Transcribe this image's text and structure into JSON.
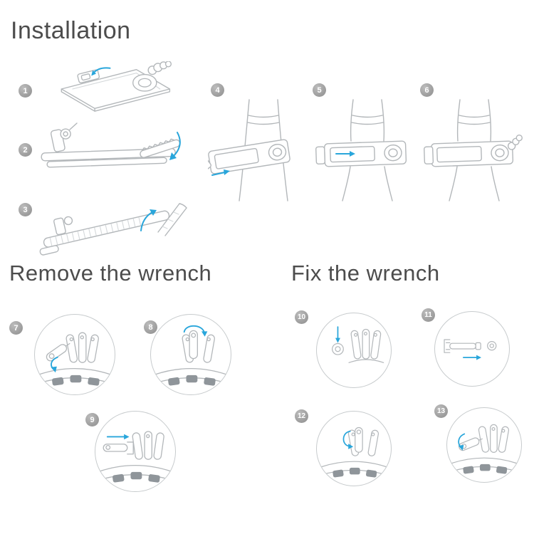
{
  "colors": {
    "background": "#ffffff",
    "accent_blue": "#29a6db",
    "badge_gray": "#9b9b9b",
    "line_gray": "#b3b7ba",
    "heading_gray": "#4c4c4c"
  },
  "sections": {
    "installation": {
      "title": "Installation",
      "steps": [
        {
          "number": "1",
          "icon": "folded-clamp-top-view"
        },
        {
          "number": "2",
          "icon": "clamp-arm-folded-side-view"
        },
        {
          "number": "3",
          "icon": "clamp-arm-raised-side-view"
        },
        {
          "number": "4",
          "icon": "mount-open-at-pole"
        },
        {
          "number": "5",
          "icon": "mount-latching-on-pole"
        },
        {
          "number": "6",
          "icon": "mount-locked-on-pole"
        }
      ]
    },
    "remove_wrench": {
      "title": "Remove the wrench",
      "steps": [
        {
          "number": "7",
          "icon": "wrench-lever-flip-open"
        },
        {
          "number": "8",
          "icon": "wrench-rotate-upright"
        },
        {
          "number": "9",
          "icon": "wrench-pull-out"
        }
      ]
    },
    "fix_wrench": {
      "title": "Fix the wrench",
      "steps": [
        {
          "number": "10",
          "icon": "wrench-insert-down"
        },
        {
          "number": "11",
          "icon": "wrench-push-in"
        },
        {
          "number": "12",
          "icon": "wrench-rotate-flat"
        },
        {
          "number": "13",
          "icon": "wrench-lever-fold-flat"
        }
      ]
    }
  }
}
